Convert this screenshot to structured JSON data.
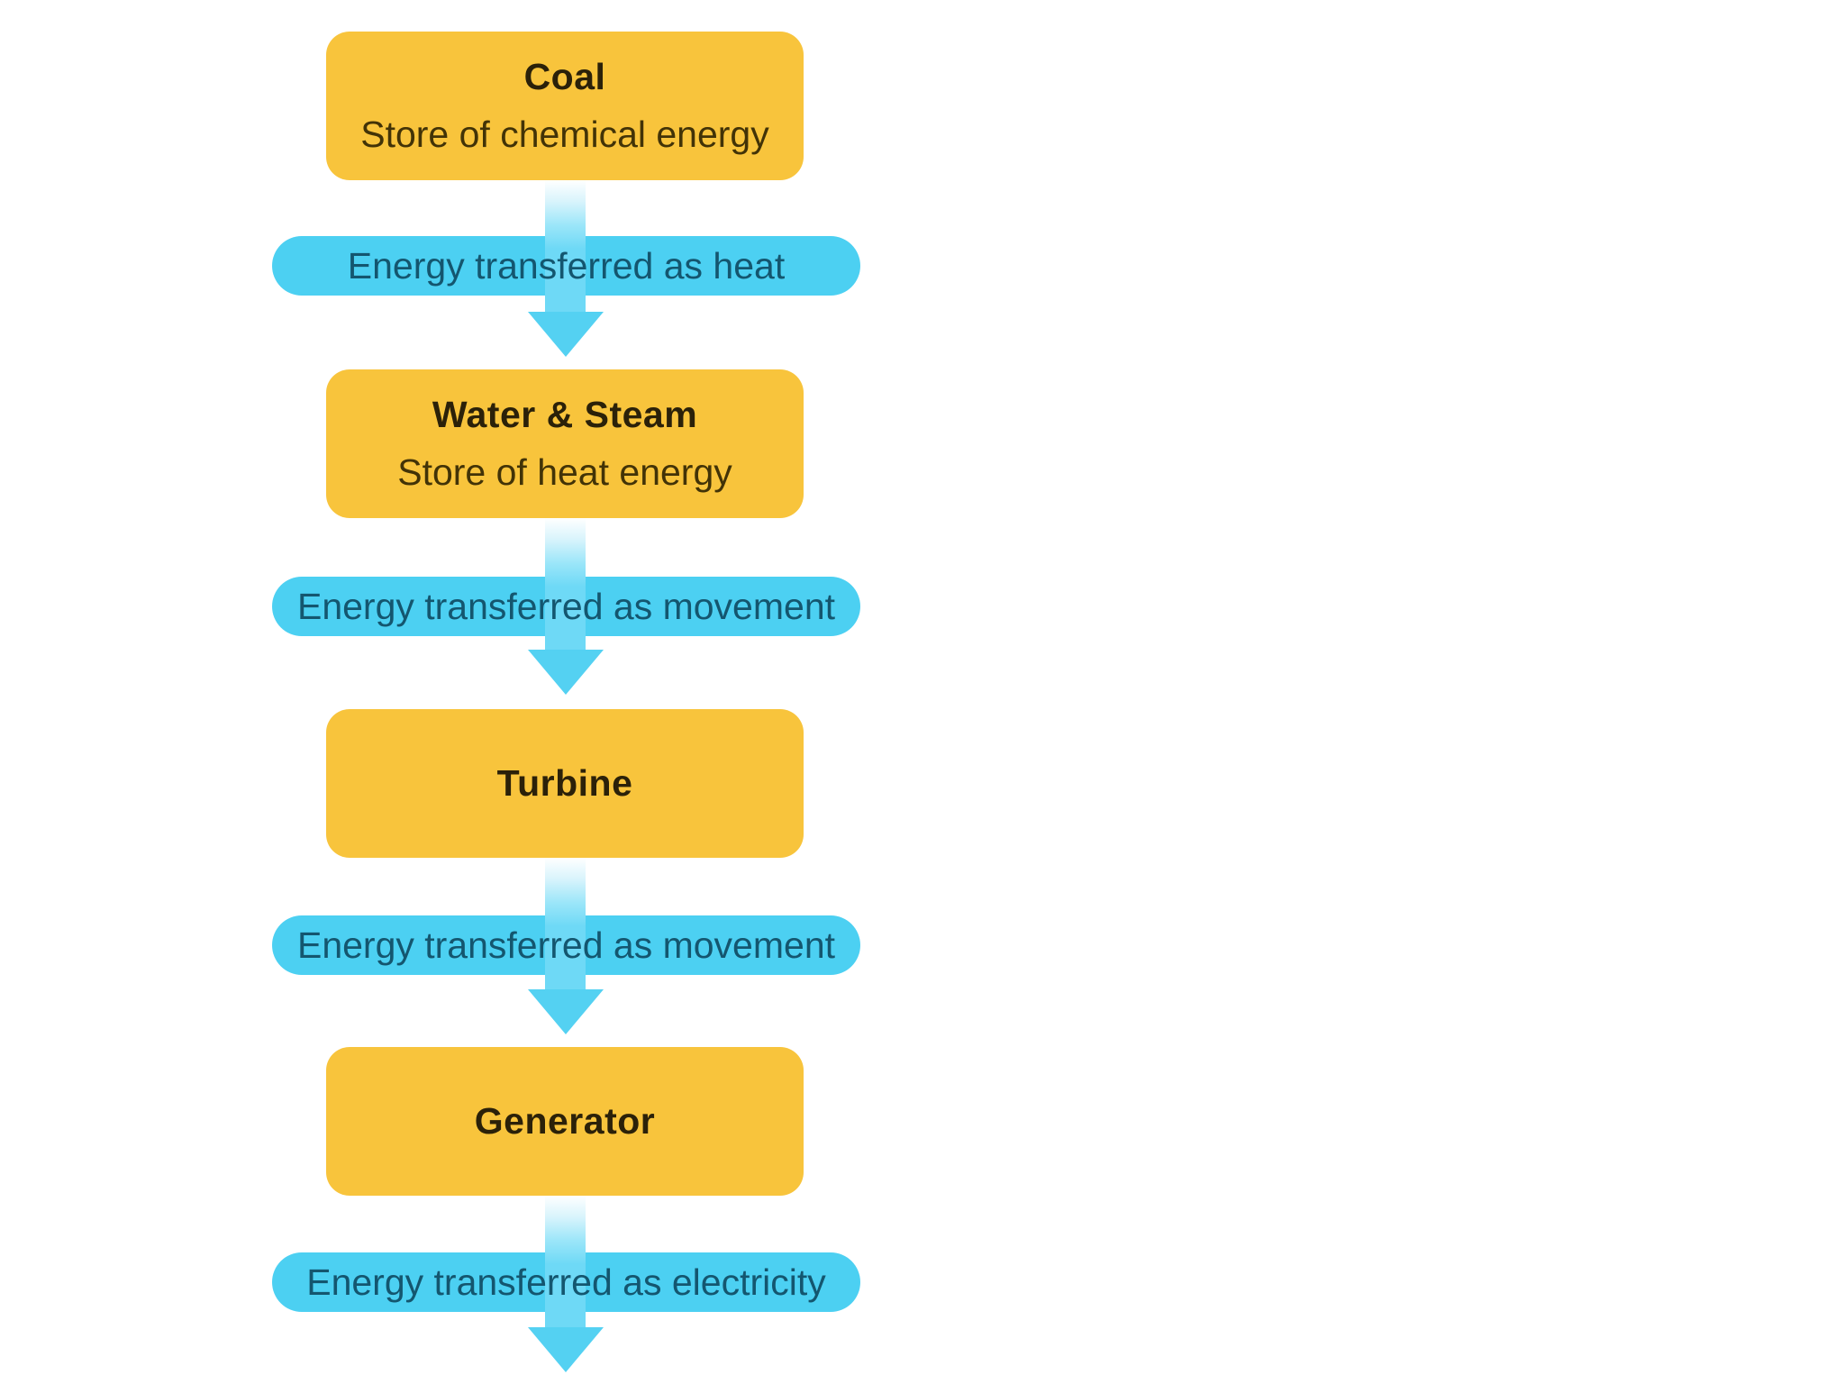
{
  "diagram": {
    "background": "#FFFFFF",
    "colors": {
      "node-fill": "#F8C43C",
      "pill-fill": "#4CD0F2",
      "arrow-fill": "#6ED9F6",
      "arrowhead-fill": "#54D1F2",
      "node-text": "#2B2109",
      "node-subtext": "#423307",
      "pill-text": "#14566F"
    },
    "nodes": [
      {
        "title": "Coal",
        "subtitle": "Store of chemical energy"
      },
      {
        "title": "Water & Steam",
        "subtitle": "Store of heat energy"
      },
      {
        "title": "Turbine",
        "subtitle": ""
      },
      {
        "title": "Generator",
        "subtitle": ""
      }
    ],
    "transfers": [
      {
        "label": "Energy transferred as heat"
      },
      {
        "label": "Energy transferred as movement"
      },
      {
        "label": "Energy transferred as movement"
      },
      {
        "label": "Energy transferred as electricity"
      }
    ]
  }
}
